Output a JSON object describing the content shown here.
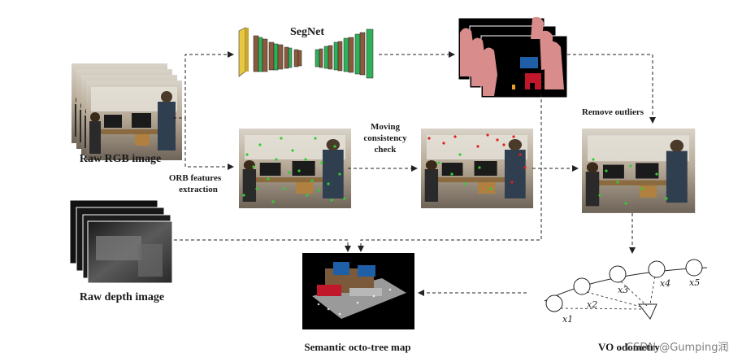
{
  "labels": {
    "segnet": "SegNet",
    "raw_rgb": "Raw RGB image",
    "orb_line1": "ORB features",
    "orb_line2": "extraction",
    "moving_line1": "Moving",
    "moving_line2": "consistency",
    "moving_line3": "check",
    "remove_outliers": "Remove outliers",
    "raw_depth": "Raw depth image",
    "octo_tree": "Semantic octo-tree map",
    "vo": "VO odometry",
    "watermark": "CSDN @Gumping润",
    "poses": [
      "x1",
      "x2",
      "x3",
      "x4",
      "x5"
    ]
  },
  "colors": {
    "orb_point": "#32cd32",
    "outlier_point": "#e02020",
    "person_mask": "#d98c8c",
    "chair_mask": "#c0182a",
    "monitor_mask": "#1f5fa8",
    "segnet_first": "#e8c840",
    "segnet_brown": "#8b5a3c",
    "segnet_green": "#2fb05a"
  }
}
